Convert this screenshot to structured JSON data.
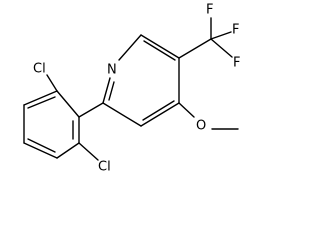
{
  "molecule": {
    "atoms": {
      "cl_top": "Cl",
      "cl_bottom": "Cl",
      "nitrogen": "N",
      "fluorine_1": "F",
      "fluorine_2": "F",
      "fluorine_3": "F",
      "oxygen": "O"
    }
  }
}
